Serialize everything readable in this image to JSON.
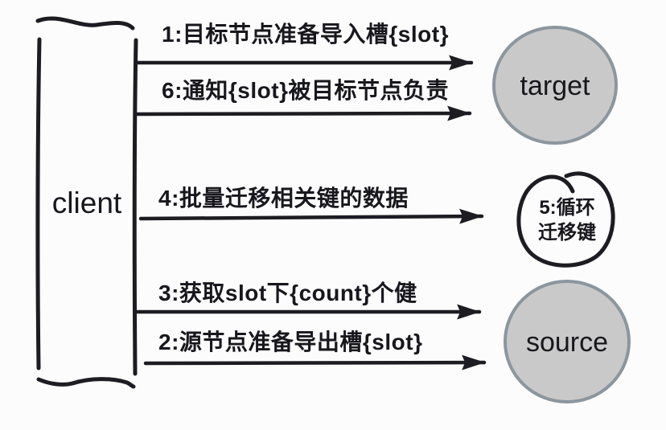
{
  "diagram": {
    "title_hint": "redis-cluster-slot-migration-sequence",
    "client": {
      "label": "client"
    },
    "nodes": {
      "target": {
        "label": "target"
      },
      "source": {
        "label": "source"
      },
      "loop": {
        "line1": "5:循环",
        "line2": "迁移键"
      }
    },
    "messages": [
      {
        "order": "1",
        "label": "1:目标节点准备导入槽{slot}",
        "from": "client",
        "to": "target"
      },
      {
        "order": "6",
        "label": "6:通知{slot}被目标节点负责",
        "from": "client",
        "to": "target"
      },
      {
        "order": "4",
        "label": "4:批量迁移相关键的数据",
        "from": "client",
        "to": "loop"
      },
      {
        "order": "3",
        "label": "3:获取slot下{count}个健",
        "from": "client",
        "to": "source"
      },
      {
        "order": "2",
        "label": "2:源节点准备导出槽{slot}",
        "from": "client",
        "to": "source"
      }
    ],
    "colors": {
      "ink": "#1c1c22",
      "node_fill": "#c9c9c9",
      "node_border": "#8b969e",
      "background": "#fcfcfc"
    }
  }
}
